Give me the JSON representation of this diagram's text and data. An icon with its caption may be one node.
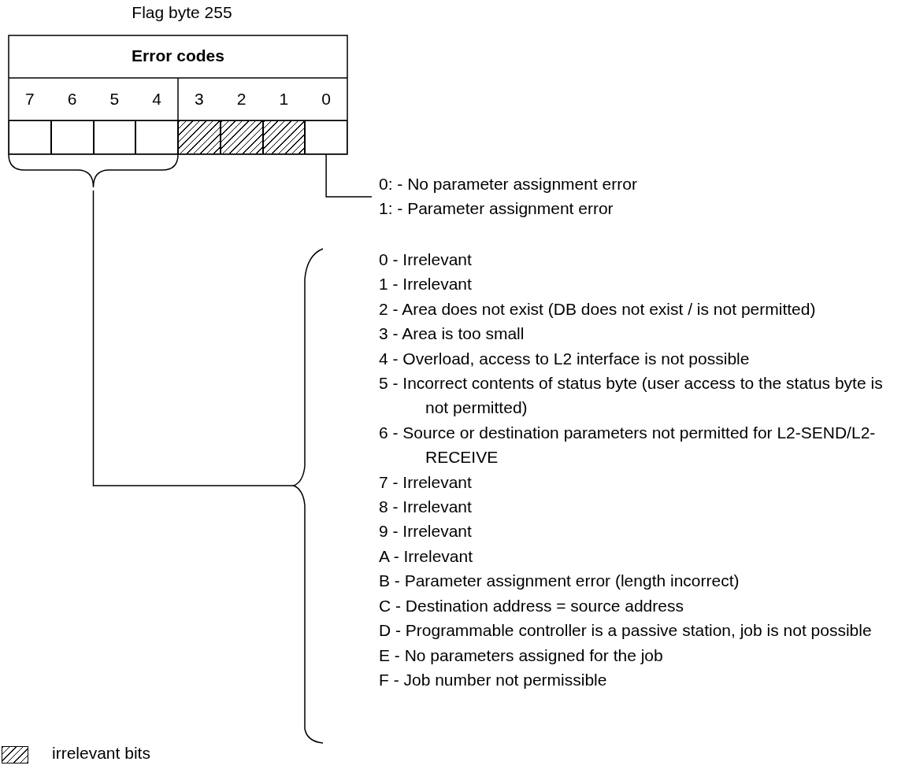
{
  "diagram": {
    "nodes": [
      {
        "text": [],
        "shape": "box"
      },
      {
        "text": [],
        "shape": "box"
      },
      {
        "text": [],
        "shape": "box"
      },
      {
        "text": [],
        "shape": "box"
      },
      {
        "text": [],
        "shape": "box"
      },
      {
        "text": [],
        "shape": "box"
      },
      {
        "text": [],
        "shape": "box"
      },
      {
        "text": [],
        "shape": "box"
      },
      {
        "text": [
          "0: - No parameter assignment error",
          "1: - Parameter assignment error"
        ]
      },
      {
        "text": [],
        "shape": "brace"
      },
      {
        "text": [
          "0 - Irrelevant",
          "1 - Irrelevant",
          "2 - Area does not exist (DB does not exist / is not permitted)",
          "3 - Area is too small",
          "4 - Overload, access to L2 interface is not possible",
          "5 - Incorrect contents of status byte (user access to the status byte is not permitted)",
          "6 - Source or destination parameters not permitted for L2-SEND/L2-RECEIVE",
          "7 - Irrelevant",
          "8 - Irrelevant",
          "9 - Irrelevant",
          "A - Irrelevant",
          "B - Parameter assignment error (length incorrect)",
          "C - Destination address = source address",
          "D - Programmable controller is a passive station, job is not possible",
          "E - No parameters assigned for the job",
          "F - Job number not permissible"
        ]
      }
    ],
    "edges": [
      {
        "from": 7,
        "to": 8,
        "arrow": "none"
      },
      {
        "from": 9,
        "to": 10,
        "arrow": "none"
      }
    ],
    "labels": [
      "Flag byte 255",
      "Error codes",
      "7",
      "6",
      "5",
      "4",
      "3",
      "2",
      "1",
      "0"
    ],
    "legend": [
      {
        "text": "irrelevant bits"
      }
    ]
  }
}
